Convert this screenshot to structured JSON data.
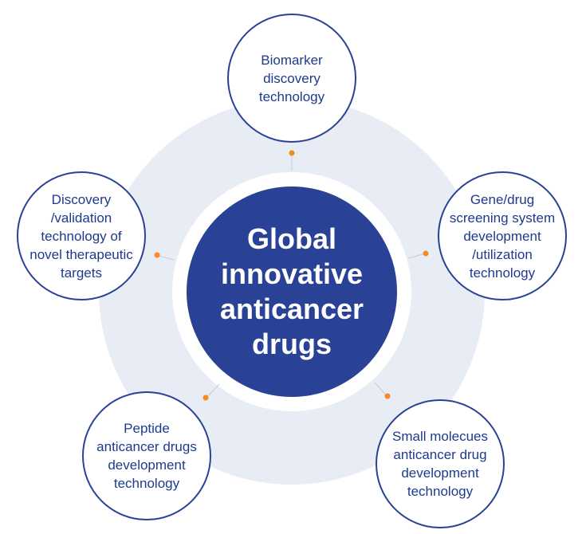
{
  "center": {
    "lines": [
      "Global",
      "innovative",
      "anticancer",
      "drugs"
    ]
  },
  "nodes": [
    {
      "id": "biomarker",
      "lines": [
        "Biomarker",
        "discovery",
        "technology"
      ]
    },
    {
      "id": "screening",
      "lines": [
        "Gene/drug",
        "screening system",
        "development",
        "/utilization",
        "technology"
      ]
    },
    {
      "id": "small-molecules",
      "lines": [
        "Small molecues",
        "anticancer drug",
        "development",
        "technology"
      ]
    },
    {
      "id": "peptide",
      "lines": [
        "Peptide",
        "anticancer drugs",
        "development",
        "technology"
      ]
    },
    {
      "id": "targets",
      "lines": [
        "Discovery",
        "/validation",
        "technology of",
        "novel therapeutic",
        "targets"
      ]
    }
  ],
  "colors": {
    "ring": "#e8ecf4",
    "center_fill": "#2a4296",
    "node_border": "#2a4296",
    "text": "#1e3a8e",
    "dot": "#f28c1e",
    "connector": "#c5cbd8"
  }
}
